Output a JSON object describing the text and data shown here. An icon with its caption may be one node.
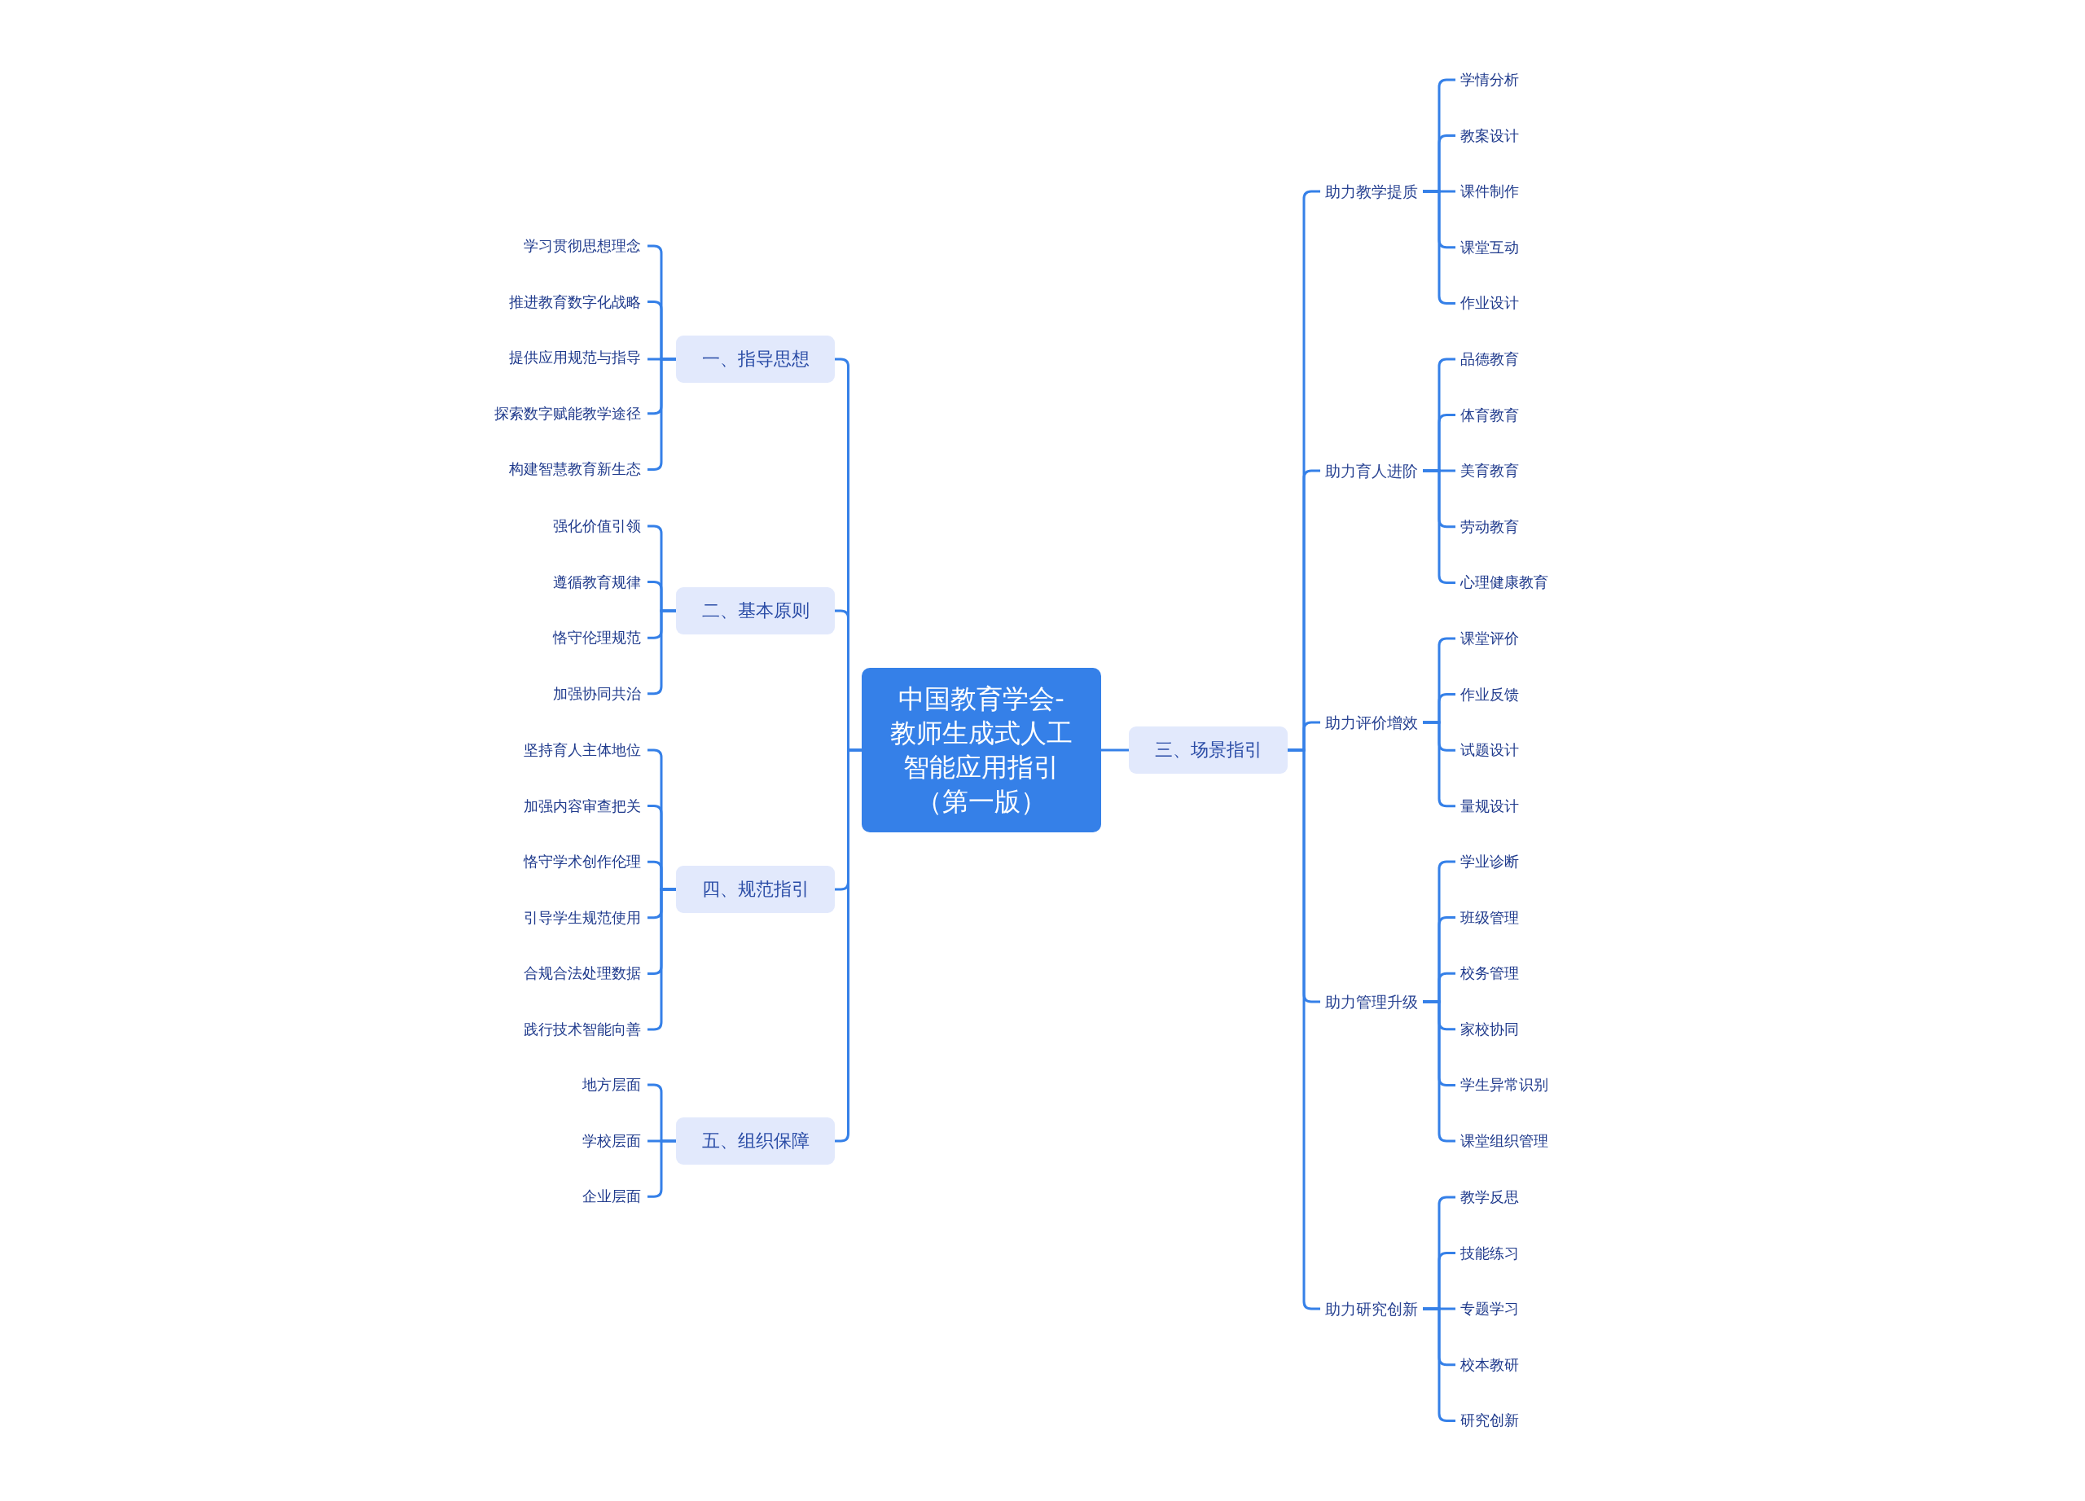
{
  "diagram": {
    "nodes": [
      {
        "text": [
          "中国教育学会-教师生成式人工智能应用指引（第一版）"
        ]
      },
      {
        "text": [
          "一、指导思想"
        ]
      },
      {
        "text": [
          "学习贯彻思想理念"
        ]
      },
      {
        "text": [
          "推进教育数字化战略"
        ]
      },
      {
        "text": [
          "提供应用规范与指导"
        ]
      },
      {
        "text": [
          "探索数字赋能教学途径"
        ]
      },
      {
        "text": [
          "构建智慧教育新生态"
        ]
      },
      {
        "text": [
          "二、基本原则"
        ]
      },
      {
        "text": [
          "强化价值引领"
        ]
      },
      {
        "text": [
          "遵循教育规律"
        ]
      },
      {
        "text": [
          "恪守伦理规范"
        ]
      },
      {
        "text": [
          "加强协同共治"
        ]
      },
      {
        "text": [
          "四、规范指引"
        ]
      },
      {
        "text": [
          "坚持育人主体地位"
        ]
      },
      {
        "text": [
          "加强内容审查把关"
        ]
      },
      {
        "text": [
          "恪守学术创作伦理"
        ]
      },
      {
        "text": [
          "引导学生规范使用"
        ]
      },
      {
        "text": [
          "合规合法处理数据"
        ]
      },
      {
        "text": [
          "践行技术智能向善"
        ]
      },
      {
        "text": [
          "五、组织保障"
        ]
      },
      {
        "text": [
          "地方层面"
        ]
      },
      {
        "text": [
          "学校层面"
        ]
      },
      {
        "text": [
          "企业层面"
        ]
      },
      {
        "text": [
          "三、场景指引"
        ]
      },
      {
        "text": [
          "助力教学提质"
        ]
      },
      {
        "text": [
          "学情分析"
        ]
      },
      {
        "text": [
          "教案设计"
        ]
      },
      {
        "text": [
          "课件制作"
        ]
      },
      {
        "text": [
          "课堂互动"
        ]
      },
      {
        "text": [
          "作业设计"
        ]
      },
      {
        "text": [
          "助力育人进阶"
        ]
      },
      {
        "text": [
          "品德教育"
        ]
      },
      {
        "text": [
          "体育教育"
        ]
      },
      {
        "text": [
          "美育教育"
        ]
      },
      {
        "text": [
          "劳动教育"
        ]
      },
      {
        "text": [
          "心理健康教育"
        ]
      },
      {
        "text": [
          "助力评价增效"
        ]
      },
      {
        "text": [
          "课堂评价"
        ]
      },
      {
        "text": [
          "作业反馈"
        ]
      },
      {
        "text": [
          "试题设计"
        ]
      },
      {
        "text": [
          "量规设计"
        ]
      },
      {
        "text": [
          "助力管理升级"
        ]
      },
      {
        "text": [
          "学业诊断"
        ]
      },
      {
        "text": [
          "班级管理"
        ]
      },
      {
        "text": [
          "校务管理"
        ]
      },
      {
        "text": [
          "家校协同"
        ]
      },
      {
        "text": [
          "学生异常识别"
        ]
      },
      {
        "text": [
          "课堂组织管理"
        ]
      },
      {
        "text": [
          "助力研究创新"
        ]
      },
      {
        "text": [
          "教学反思"
        ]
      },
      {
        "text": [
          "技能练习"
        ]
      },
      {
        "text": [
          "专题学习"
        ]
      },
      {
        "text": [
          "校本教研"
        ]
      },
      {
        "text": [
          "研究创新"
        ]
      }
    ],
    "edges": [
      {
        "from": 0,
        "to": 1,
        "arrow": "none"
      },
      {
        "from": 1,
        "to": 2,
        "arrow": "none"
      },
      {
        "from": 1,
        "to": 3,
        "arrow": "none"
      },
      {
        "from": 1,
        "to": 4,
        "arrow": "none"
      },
      {
        "from": 1,
        "to": 5,
        "arrow": "none"
      },
      {
        "from": 1,
        "to": 6,
        "arrow": "none"
      },
      {
        "from": 0,
        "to": 7,
        "arrow": "none"
      },
      {
        "from": 7,
        "to": 8,
        "arrow": "none"
      },
      {
        "from": 7,
        "to": 9,
        "arrow": "none"
      },
      {
        "from": 7,
        "to": 10,
        "arrow": "none"
      },
      {
        "from": 7,
        "to": 11,
        "arrow": "none"
      },
      {
        "from": 0,
        "to": 12,
        "arrow": "none"
      },
      {
        "from": 12,
        "to": 13,
        "arrow": "none"
      },
      {
        "from": 12,
        "to": 14,
        "arrow": "none"
      },
      {
        "from": 12,
        "to": 15,
        "arrow": "none"
      },
      {
        "from": 12,
        "to": 16,
        "arrow": "none"
      },
      {
        "from": 12,
        "to": 17,
        "arrow": "none"
      },
      {
        "from": 12,
        "to": 18,
        "arrow": "none"
      },
      {
        "from": 0,
        "to": 19,
        "arrow": "none"
      },
      {
        "from": 19,
        "to": 20,
        "arrow": "none"
      },
      {
        "from": 19,
        "to": 21,
        "arrow": "none"
      },
      {
        "from": 19,
        "to": 22,
        "arrow": "none"
      },
      {
        "from": 0,
        "to": 23,
        "arrow": "none"
      },
      {
        "from": 23,
        "to": 24,
        "arrow": "none"
      },
      {
        "from": 24,
        "to": 25,
        "arrow": "none"
      },
      {
        "from": 24,
        "to": 26,
        "arrow": "none"
      },
      {
        "from": 24,
        "to": 27,
        "arrow": "none"
      },
      {
        "from": 24,
        "to": 28,
        "arrow": "none"
      },
      {
        "from": 24,
        "to": 29,
        "arrow": "none"
      },
      {
        "from": 23,
        "to": 30,
        "arrow": "none"
      },
      {
        "from": 30,
        "to": 31,
        "arrow": "none"
      },
      {
        "from": 30,
        "to": 32,
        "arrow": "none"
      },
      {
        "from": 30,
        "to": 33,
        "arrow": "none"
      },
      {
        "from": 30,
        "to": 34,
        "arrow": "none"
      },
      {
        "from": 30,
        "to": 35,
        "arrow": "none"
      },
      {
        "from": 23,
        "to": 36,
        "arrow": "none"
      },
      {
        "from": 36,
        "to": 37,
        "arrow": "none"
      },
      {
        "from": 36,
        "to": 38,
        "arrow": "none"
      },
      {
        "from": 36,
        "to": 39,
        "arrow": "none"
      },
      {
        "from": 36,
        "to": 40,
        "arrow": "none"
      },
      {
        "from": 23,
        "to": 41,
        "arrow": "none"
      },
      {
        "from": 41,
        "to": 42,
        "arrow": "none"
      },
      {
        "from": 41,
        "to": 43,
        "arrow": "none"
      },
      {
        "from": 41,
        "to": 44,
        "arrow": "none"
      },
      {
        "from": 41,
        "to": 45,
        "arrow": "none"
      },
      {
        "from": 41,
        "to": 46,
        "arrow": "none"
      },
      {
        "from": 41,
        "to": 47,
        "arrow": "none"
      },
      {
        "from": 23,
        "to": 48,
        "arrow": "none"
      },
      {
        "from": 48,
        "to": 49,
        "arrow": "none"
      },
      {
        "from": 48,
        "to": 50,
        "arrow": "none"
      },
      {
        "from": 48,
        "to": 51,
        "arrow": "none"
      },
      {
        "from": 48,
        "to": 52,
        "arrow": "none"
      },
      {
        "from": 48,
        "to": 53,
        "arrow": "none"
      }
    ]
  }
}
